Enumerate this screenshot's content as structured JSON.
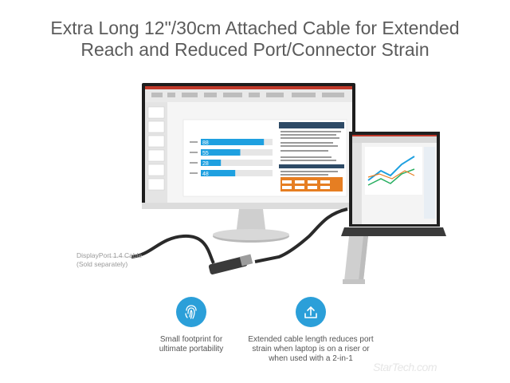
{
  "headline": {
    "line1": "Extra Long 12\"/30cm Attached Cable for Extended",
    "line2": "Reach and Reduced Port/Connector Strain"
  },
  "callout": {
    "line1": "DisplayPort 1.4 Cable",
    "line2": "(Sold separately)"
  },
  "features": [
    {
      "icon": "fingerprint-icon",
      "lines": [
        "Small footprint for",
        "ultimate portability"
      ]
    },
    {
      "icon": "upload-arrow-icon",
      "lines": [
        "Extended cable length reduces port",
        "strain when laptop is on a riser or",
        "when used with a 2-in-1"
      ]
    }
  ],
  "monitor_screen": {
    "bars": [
      {
        "value": "88",
        "fraction": 0.88
      },
      {
        "value": "55",
        "fraction": 0.55
      },
      {
        "value": "28",
        "fraction": 0.28
      },
      {
        "value": "48",
        "fraction": 0.48
      }
    ]
  },
  "watermark": "StarTech.com",
  "colors": {
    "accent": "#2b9fd9",
    "heading": "#5b5b5b",
    "bar": "#1ea0e0"
  }
}
